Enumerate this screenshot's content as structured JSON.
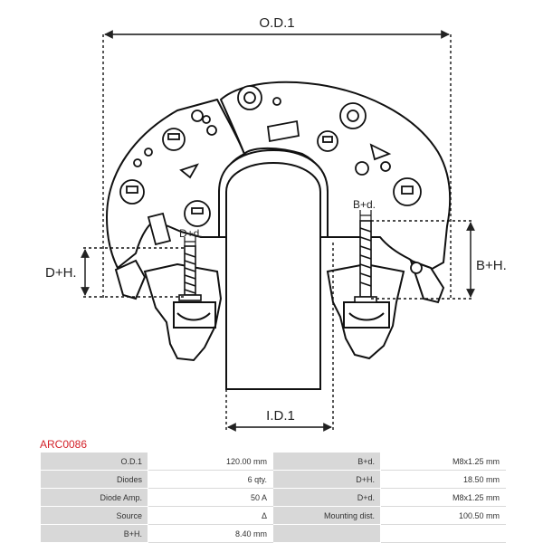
{
  "diagram": {
    "od_label": "O.D.1",
    "id_label": "I.D.1",
    "dh_label": "D+H.",
    "bh_label": "B+H.",
    "dd_label": "D+d.",
    "bd_label": "B+d."
  },
  "product_code": "ARC0086",
  "specs": {
    "rows": [
      [
        {
          "label": "O.D.1",
          "value": "120.00 mm"
        },
        {
          "label": "B+d.",
          "value": "M8x1.25 mm"
        }
      ],
      [
        {
          "label": "Diodes",
          "value": "6 qty."
        },
        {
          "label": "D+H.",
          "value": "18.50 mm"
        }
      ],
      [
        {
          "label": "Diode Amp.",
          "value": "50 A"
        },
        {
          "label": "D+d.",
          "value": "M8x1.25 mm"
        }
      ],
      [
        {
          "label": "Source",
          "value": "Δ"
        },
        {
          "label": "Mounting dist.",
          "value": "100.50 mm"
        }
      ],
      [
        {
          "label": "B+H.",
          "value": "8.40 mm"
        },
        {
          "label": "",
          "value": ""
        }
      ]
    ]
  }
}
